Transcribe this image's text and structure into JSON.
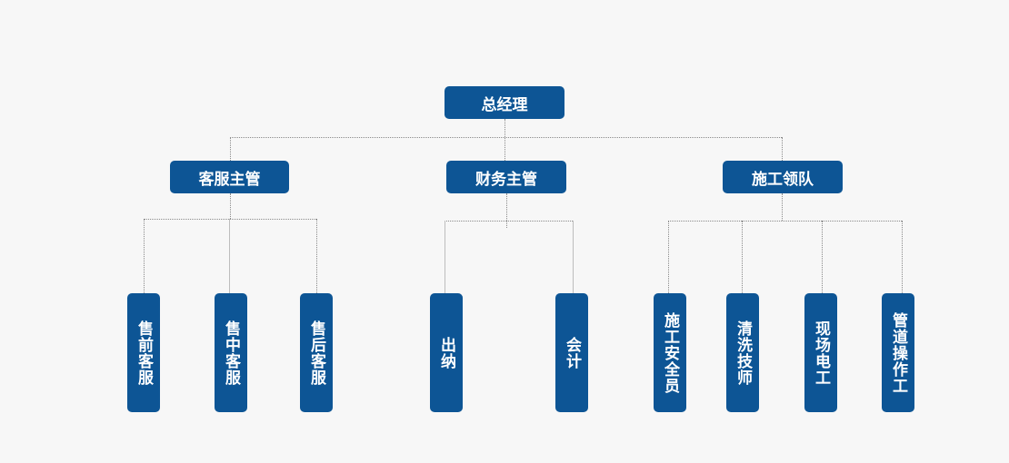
{
  "root": {
    "label": "总经理"
  },
  "managers": [
    {
      "label": "客服主管"
    },
    {
      "label": "财务主管"
    },
    {
      "label": "施工领队"
    }
  ],
  "staff": {
    "service": [
      "售前客服",
      "售中客服",
      "售后客服"
    ],
    "finance": [
      "出纳",
      "会计"
    ],
    "construction": [
      "施工安全员",
      "清洗技师",
      "现场电工",
      "管道操作工"
    ]
  },
  "colors": {
    "box": "#0d5595",
    "text": "#ffffff",
    "connector": "#8a8a8a",
    "background": "#f7f7f7"
  }
}
